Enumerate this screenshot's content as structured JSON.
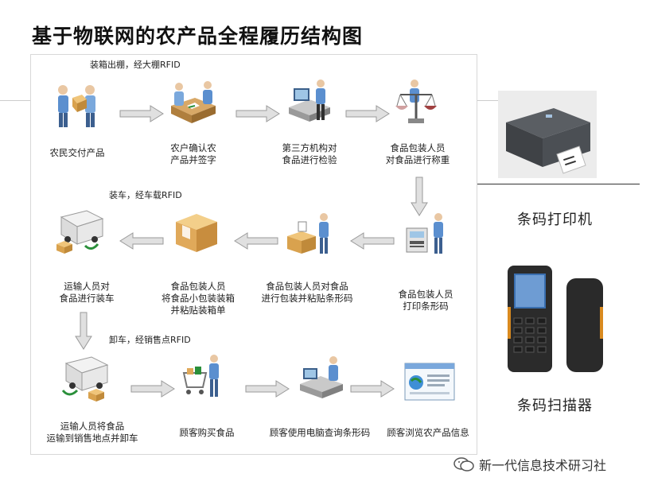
{
  "title": "基于物联网的农产品全程履历结构图",
  "notes": {
    "rfid1": "装箱出棚，经大棚RFID",
    "rfid2": "装车，经车载RFID",
    "rfid3": "卸车，经销售点RFID"
  },
  "steps": [
    {
      "label": "农民交付产品",
      "icon": "farmer-delivery-icon"
    },
    {
      "label": "农户确认农\n产品并签字",
      "icon": "signing-icon"
    },
    {
      "label": "第三方机构对\n食品进行检验",
      "icon": "inspection-icon"
    },
    {
      "label": "食品包装人员\n对食品进行称重",
      "icon": "scale-icon"
    },
    {
      "label": "食品包装人员\n打印条形码",
      "icon": "barcode-print-icon"
    },
    {
      "label": "食品包装人员对食品\n进行包装并粘贴条形码",
      "icon": "packing-icon"
    },
    {
      "label": "食品包装人员\n将食品小包装装箱\n并粘贴装箱单",
      "icon": "box-icon"
    },
    {
      "label": "运输人员对\n食品进行装车",
      "icon": "truck-load-icon"
    },
    {
      "label": "运输人员将食品\n运输到销售地点并卸车",
      "icon": "truck-unload-icon"
    },
    {
      "label": "顾客购买食品",
      "icon": "shopping-cart-icon"
    },
    {
      "label": "顾客使用电脑查询条形码",
      "icon": "computer-query-icon"
    },
    {
      "label": "顾客浏览农产品信息",
      "icon": "browser-icon"
    }
  ],
  "devices": {
    "printer": "条码打印机",
    "scanner": "条码扫描器"
  },
  "footer": "新一代信息技术研习社",
  "colors": {
    "person": "#5b8fcf",
    "box": "#e8b86a",
    "arrow": "#cfcfcf",
    "truck": "#e6e6e6"
  }
}
